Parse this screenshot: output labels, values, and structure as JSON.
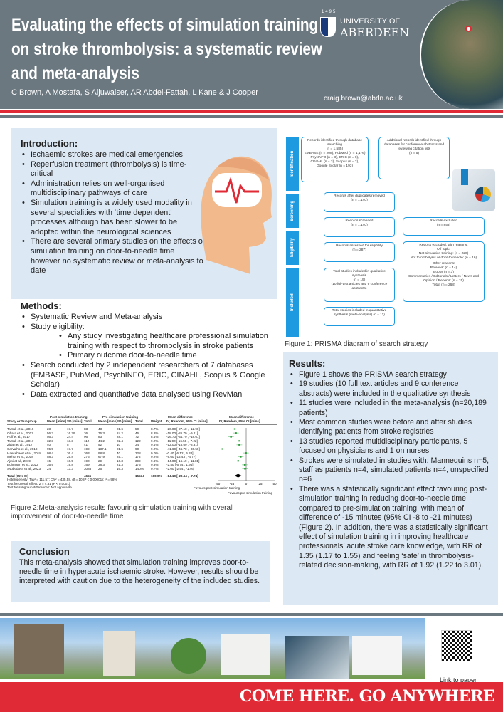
{
  "header": {
    "title": "Evaluating the effects of simulation training on stroke thrombolysis: a systematic review and meta-analysis",
    "authors": "C Brown, A Mostafa, S Aljuwaiser, AR Abdel-Fattah, L Kane & J Cooper",
    "email": "craig.brown@abdn.ac.uk",
    "logo_year": "1495",
    "logo_line1": "UNIVERSITY OF",
    "logo_line2": "ABERDEEN"
  },
  "intro": {
    "heading": "Introduction:",
    "items": [
      "Ischaemic strokes are medical emergencies",
      "Reperfusion treatment (thrombolysis) is time-critical",
      "Administration relies on well-organised multidisciplinary pathways of care",
      "Simulation training is a widely used modality in several specialities with ‘time dependent’ processes although has been slower to be adopted within the neurological sciences",
      "There are several primary studies on the effects of simulation training on door-to-needle time however no systematic review or meta-analysis to date"
    ]
  },
  "methods": {
    "heading": "Methods:",
    "items": [
      "Systematic Review and Meta-analysis",
      "Study eligibility:"
    ],
    "sub_items": [
      "Any study investigating healthcare professional simulation training with respect to thrombolysis in stroke patients",
      "Primary outcome door-to-needle time"
    ],
    "items2": [
      "Search conducted by 2 independent researchers of 7 databases (EMBASE, PubMed, PsychINFO, ERIC, CINAHL, Scopus & Google Scholar)",
      "Data extracted and quantitative data analysed using RevMan"
    ]
  },
  "forest": {
    "group1": "Post-simulation training",
    "group2": "Pre-simulation training",
    "md_header": "Mean difference",
    "md_sub": "IV, Random, 95% CI [mins]",
    "cols": [
      "Study or Subgroup",
      "Mean [mins]",
      "SD [mins]",
      "Total",
      "Mean [mins]",
      "SD [mins]",
      "Total",
      "Weight",
      "IV, Random, 95% CI [mins]"
    ],
    "rows": [
      [
        "Tahtali et al., 2016",
        "23",
        "17.7",
        "83",
        "43",
        "21.6",
        "50",
        "8.7%",
        "-20.00 [-27.10 , -12.90]"
      ],
      [
        "Ohara et al., 2017",
        "56.3",
        "16.29",
        "36",
        "76.3",
        "24.2",
        "46",
        "8.2%",
        "-18.00 [-26.79 , -9.21]"
      ],
      [
        "Ruff et al., 2017",
        "56.3",
        "24.4",
        "96",
        "83",
        "28.1",
        "72",
        "8.4%",
        "-26.70 [-34.79 , -18.61]"
      ],
      [
        "Tahtali et al., 2017",
        "32.3",
        "13.3",
        "112",
        "44.2",
        "22.4",
        "122",
        "9.2%",
        "-11.90 [-16.58 , -7.22]"
      ],
      [
        "Zidan et al., 2017",
        "40",
        "5",
        "41",
        "52",
        "10",
        "34",
        "9.4%",
        "-12.00 [-15.69 , -8.31]"
      ],
      [
        "Carvalho et al., 2018",
        "95.5",
        "17.7",
        "199",
        "137.1",
        "21.6",
        "90",
        "9.2%",
        "-41.60 [-46.70 , -36.50]"
      ],
      [
        "Haesebaert et al., 2018",
        "98.4",
        "36.4",
        "363",
        "98.8",
        "40",
        "328",
        "9.0%",
        "-0.40 [-6.12 , 5.32]"
      ],
      [
        "Mehta et al., 2018",
        "58.3",
        "25.8",
        "276",
        "67.9",
        "25.1",
        "172",
        "9.2%",
        "-9.60 [-14.43 , -4.77]"
      ],
      [
        "Ajmi et al., 2019",
        "15",
        "10.5",
        "190",
        "29",
        "16.3",
        "399",
        "9.6%",
        "-14.00 [-16.19 , -11.81]"
      ],
      [
        "Bohmann et al., 2022",
        "35.9",
        "19.8",
        "169",
        "38.3",
        "21.3",
        "175",
        "9.3%",
        "-2.40 [-6.74 , 1.94]"
      ],
      [
        "Svobodova et al., 2023",
        "24",
        "13.3",
        "3088",
        "26",
        "16.3",
        "14046",
        "9.7%",
        "-2.00 [-2.54 , -1.46]"
      ]
    ],
    "total": [
      "Total (95% CI)",
      "",
      "",
      "4655",
      "",
      "",
      "15534",
      "100.0%",
      "-14.19 [-20.64 , -7.74]"
    ],
    "md_values": [
      -20,
      -18,
      -26.7,
      -11.9,
      -12,
      -41.6,
      -0.4,
      -9.6,
      -14,
      -2.4,
      -2,
      -14.19
    ],
    "notes": [
      "Heterogeneity: Tau² = 111.57; Chi² = 435.58, df = 10 (P < 0.00001); I² = 98%",
      "Test for overall effect: Z = 4.31 (P < 0.0001)",
      "Test for subgroup differences: Not applicable"
    ],
    "axis_ticks": [
      "-50",
      "-25",
      "0",
      "25",
      "50"
    ],
    "favours_left": "Favours post-simulation training",
    "favours_right": "Favours pre-simulation training",
    "caption": "Figure 2:Meta-analysis results favouring simulation training with overall improvement of door-to-needle time"
  },
  "conclusion": {
    "heading": "Conclusion",
    "text": "This meta-analysis showed that simulation training improves door-to-needle time in hyperacute ischaemic stroke. However, results should be interpreted with caution due to the heterogeneity of the included studies."
  },
  "prisma": {
    "stages": [
      "Identification",
      "Screening",
      "Eligibility",
      "Included"
    ],
    "db": [
      "Records identified through database searching",
      "(n = 1,585)",
      "EMBASE (n = 208), PubMed (n = 1,176)",
      "PsycINFO (n = 3), ERIC (n = 0),",
      "CINAHL (n = 3), Scopus (n = 2),",
      "Google Scolar (n = 193)"
    ],
    "additional": [
      "Additional records identified through databases for conference abstracts and reviewing citation lists",
      "(n = 5)"
    ],
    "dup": [
      "Records after duplicates removed",
      "(n = 1,140)"
    ],
    "screened": [
      "Records screened",
      "(n = 1,140)"
    ],
    "excluded": [
      "Records excluded",
      "(n = 853)"
    ],
    "assessed": [
      "Records assessed for eligibility",
      "(n = 287)"
    ],
    "reasons": [
      "Reports excluded, with reasons:",
      "Off topic:",
      "Not simulation training: (n = 220)",
      "Not thrombolysis or door-to-needle: (n = 16)",
      "Other reasons:",
      "Reviews: (n = 14)",
      "Books (n = 3)",
      "Commentaries / Editorials / Letters / News and Opinion / Reports: (n = 15)",
      "Total: (n = 268)"
    ],
    "qual": [
      "Total studies included in qualitative synthesis",
      "(n = 19)",
      "(10 full-text articles and 9 conference abstracts)"
    ],
    "quant": [
      "Total studies included in quantitative synthesis (meta-analysis) (n = 11)"
    ],
    "caption": "Figure 1: PRISMA diagram of search strategy"
  },
  "results": {
    "heading": "Results:",
    "items": [
      "Figure 1 shows the PRISMA search strategy",
      "19 studies (10 full text articles and 9 conference abstracts) were included in the qualitative synthesis",
      "11 studies were included in the meta-analysis  (n=20,189 patients)",
      "Most common studies were before and after studies identifying patients from stroke registries",
      "13 studies reported multidisciplinary participants, 5 focused on physicians and 1 on nurses",
      "Strokes were simulated in studies with: Mannequins n=5, staff as patients n=4, simulated patients n=4, unspecified n=6",
      "There was a statistically significant effect favouring post-simulation training in reducing door-to-needle time compared to pre-simulation training, with mean of difference of -15 minutes (95% CI -8 to -21 minutes) (Figure 2). In addition, there was a statistically significant effect of simulation training in improving healthcare professionals’ acute stroke care knowledge, with RR of 1.35 (1.17 to 1.55) and feeling ‘safe’ in thrombolysis-related decision-making, with RR of 1.92 (1.22 to 3.01)."
    ]
  },
  "footer": {
    "qr_label": "Link to paper",
    "slogan": "COME HERE. GO ANYWHERE"
  },
  "colors": {
    "header": "#6b7880",
    "accent_red": "#e02a36",
    "box_blue": "#dce8f4",
    "prisma_blue": "#1e9be0"
  }
}
